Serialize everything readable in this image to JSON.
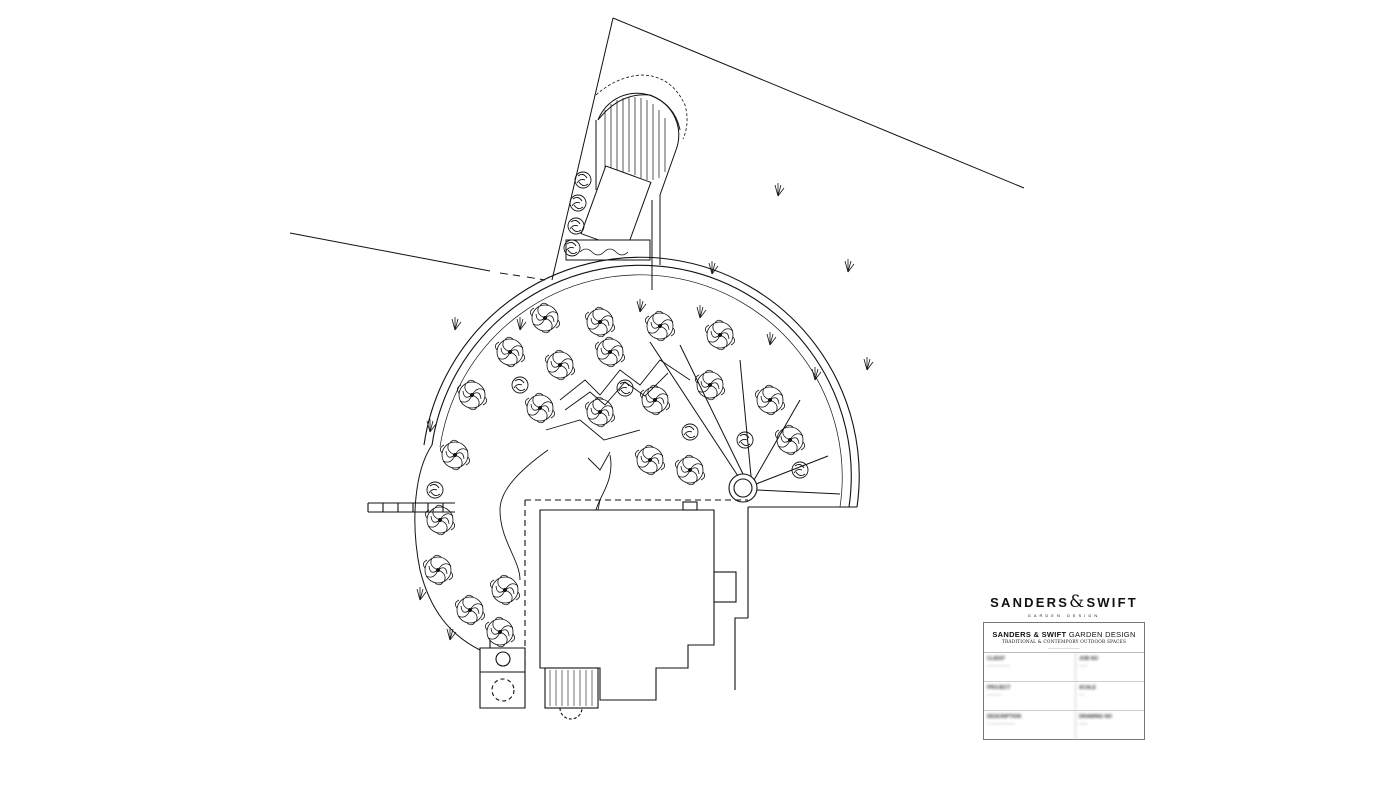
{
  "brand": {
    "name": "SANDERS & SWIFT",
    "name_left": "SANDERS",
    "name_amp": "&",
    "name_right": "SWIFT",
    "subtitle": "GARDEN DESIGN"
  },
  "titleblock": {
    "company": "SANDERS & SWIFT",
    "company_suffix": "GARDEN DESIGN",
    "tagline": "TRADITIONAL & CONTEMPORY OUTDOOR SPACES",
    "rows": [
      {
        "left_label": "CLIENT",
        "right_label": "JOB NO"
      },
      {
        "left_label": "PROJECT",
        "right_label": "SCALE"
      },
      {
        "left_label": "DESCRIPTION",
        "right_label": "DRAWING NO"
      }
    ]
  },
  "colors": {
    "ink": "#111111",
    "paper": "#ffffff",
    "frame": "#777777"
  }
}
